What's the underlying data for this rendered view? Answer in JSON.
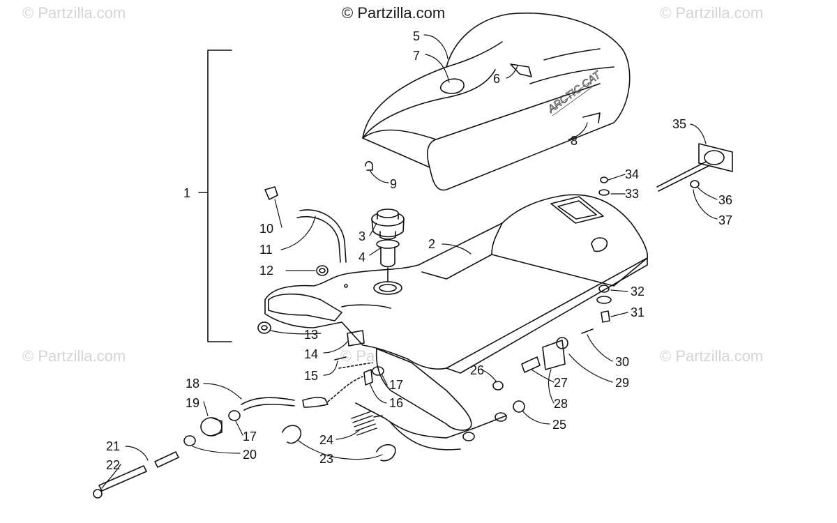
{
  "watermarks": {
    "main": "© Partzilla.com",
    "faint": "© Partzilla.com"
  },
  "callouts": [
    {
      "id": "1",
      "label": "1"
    },
    {
      "id": "2",
      "label": "2"
    },
    {
      "id": "3",
      "label": "3"
    },
    {
      "id": "4",
      "label": "4"
    },
    {
      "id": "5",
      "label": "5"
    },
    {
      "id": "6",
      "label": "6"
    },
    {
      "id": "7",
      "label": "7"
    },
    {
      "id": "8",
      "label": "8"
    },
    {
      "id": "9",
      "label": "9"
    },
    {
      "id": "10",
      "label": "10"
    },
    {
      "id": "11",
      "label": "11"
    },
    {
      "id": "12",
      "label": "12"
    },
    {
      "id": "13",
      "label": "13"
    },
    {
      "id": "14",
      "label": "14"
    },
    {
      "id": "15",
      "label": "15"
    },
    {
      "id": "16",
      "label": "16"
    },
    {
      "id": "17a",
      "label": "17"
    },
    {
      "id": "17b",
      "label": "17"
    },
    {
      "id": "18",
      "label": "18"
    },
    {
      "id": "19",
      "label": "19"
    },
    {
      "id": "20",
      "label": "20"
    },
    {
      "id": "21",
      "label": "21"
    },
    {
      "id": "22",
      "label": "22"
    },
    {
      "id": "23",
      "label": "23"
    },
    {
      "id": "24",
      "label": "24"
    },
    {
      "id": "25",
      "label": "25"
    },
    {
      "id": "26",
      "label": "26"
    },
    {
      "id": "27",
      "label": "27"
    },
    {
      "id": "28",
      "label": "28"
    },
    {
      "id": "29",
      "label": "29"
    },
    {
      "id": "30",
      "label": "30"
    },
    {
      "id": "31",
      "label": "31"
    },
    {
      "id": "32",
      "label": "32"
    },
    {
      "id": "33",
      "label": "33"
    },
    {
      "id": "34",
      "label": "34"
    },
    {
      "id": "35",
      "label": "35"
    },
    {
      "id": "36",
      "label": "36"
    },
    {
      "id": "37",
      "label": "37"
    }
  ],
  "seat_logo": "ARCTIC CAT"
}
